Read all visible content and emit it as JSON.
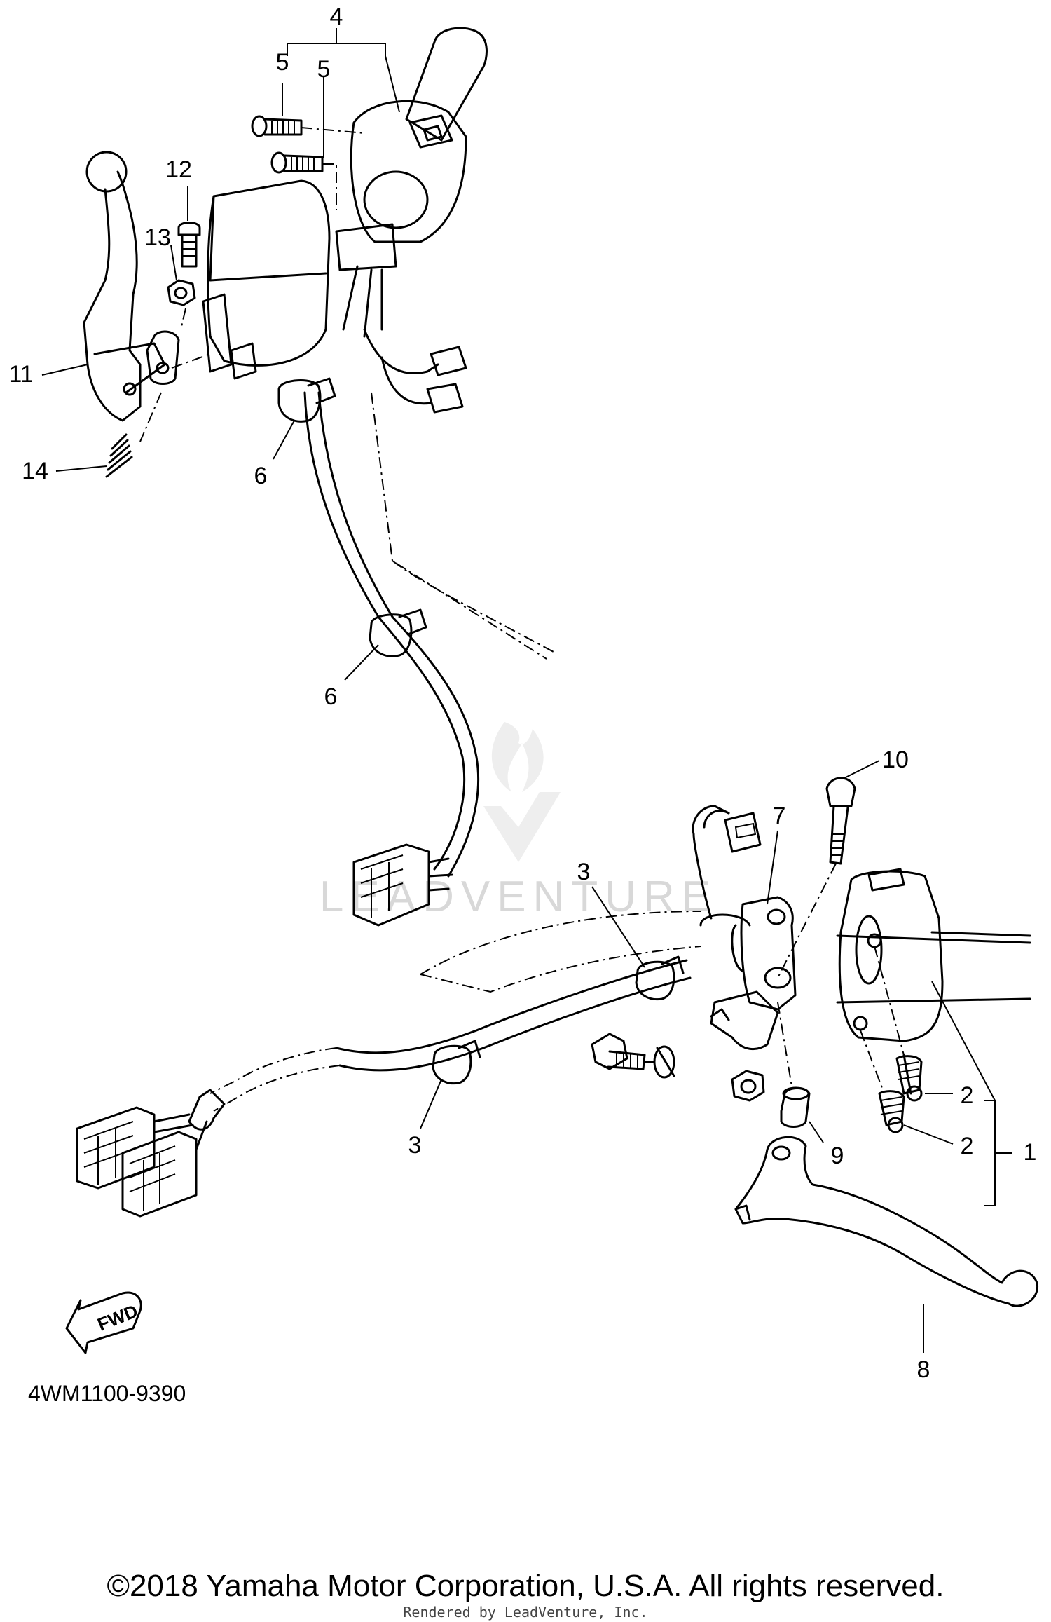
{
  "diagram": {
    "callouts": [
      "1",
      "2",
      "2",
      "3",
      "3",
      "4",
      "5",
      "5",
      "6",
      "6",
      "7",
      "8",
      "9",
      "10",
      "11",
      "12",
      "13",
      "14"
    ],
    "reference_code": "4WM1100-9390",
    "fwd_label": "FWD",
    "watermark": "LEADVENTURE",
    "icons": [
      "fwd-arrow-icon",
      "leadventure-logo-icon"
    ]
  },
  "footer": {
    "copyright": "©2018 Yamaha Motor Corporation, U.S.A. All rights reserved.",
    "rendered_by": "Rendered by LeadVenture, Inc."
  }
}
